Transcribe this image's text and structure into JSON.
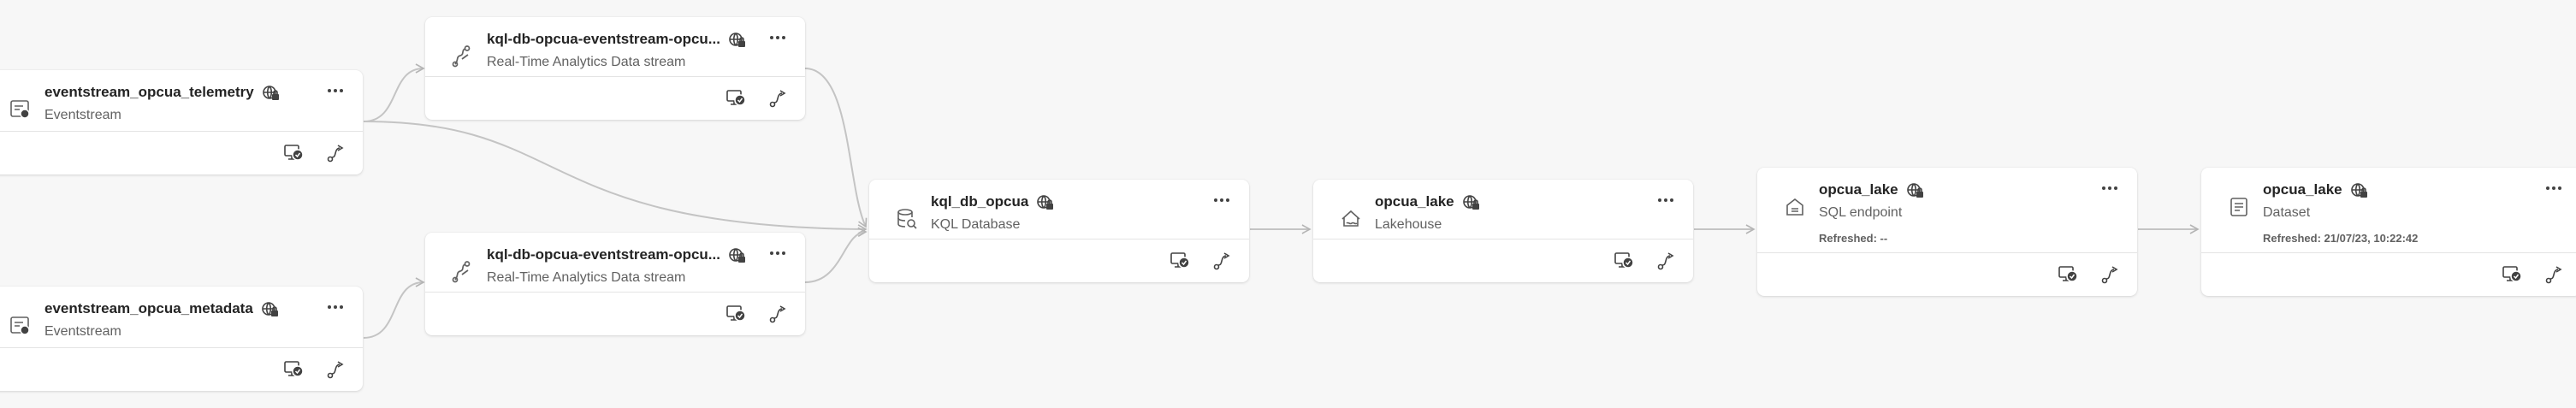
{
  "colors": {
    "canvas": "#f7f7f7",
    "card": "#ffffff",
    "edge": "#c4c4c4",
    "icon": "#616161"
  },
  "nodes": [
    {
      "title": "eventstream_opcua_telemetry",
      "subtitle": "Eventstream",
      "icon": "eventstream-icon"
    },
    {
      "title": "eventstream_opcua_metadata",
      "subtitle": "Eventstream",
      "icon": "eventstream-icon"
    },
    {
      "title": "kql-db-opcua-eventstream-opcu...",
      "subtitle": "Real-Time Analytics Data stream",
      "icon": "data-stream-icon"
    },
    {
      "title": "kql-db-opcua-eventstream-opcu...",
      "subtitle": "Real-Time Analytics Data stream",
      "icon": "data-stream-icon"
    },
    {
      "title": "kql_db_opcua",
      "subtitle": "KQL Database",
      "icon": "kql-database-icon"
    },
    {
      "title": "opcua_lake",
      "subtitle": "Lakehouse",
      "icon": "lakehouse-icon"
    },
    {
      "title": "opcua_lake",
      "subtitle": "SQL endpoint",
      "refreshed": "Refreshed: --",
      "icon": "sql-endpoint-icon"
    },
    {
      "title": "opcua_lake",
      "subtitle": "Dataset",
      "refreshed": "Refreshed: 21/07/23, 10:22:42",
      "icon": "dataset-icon"
    }
  ]
}
